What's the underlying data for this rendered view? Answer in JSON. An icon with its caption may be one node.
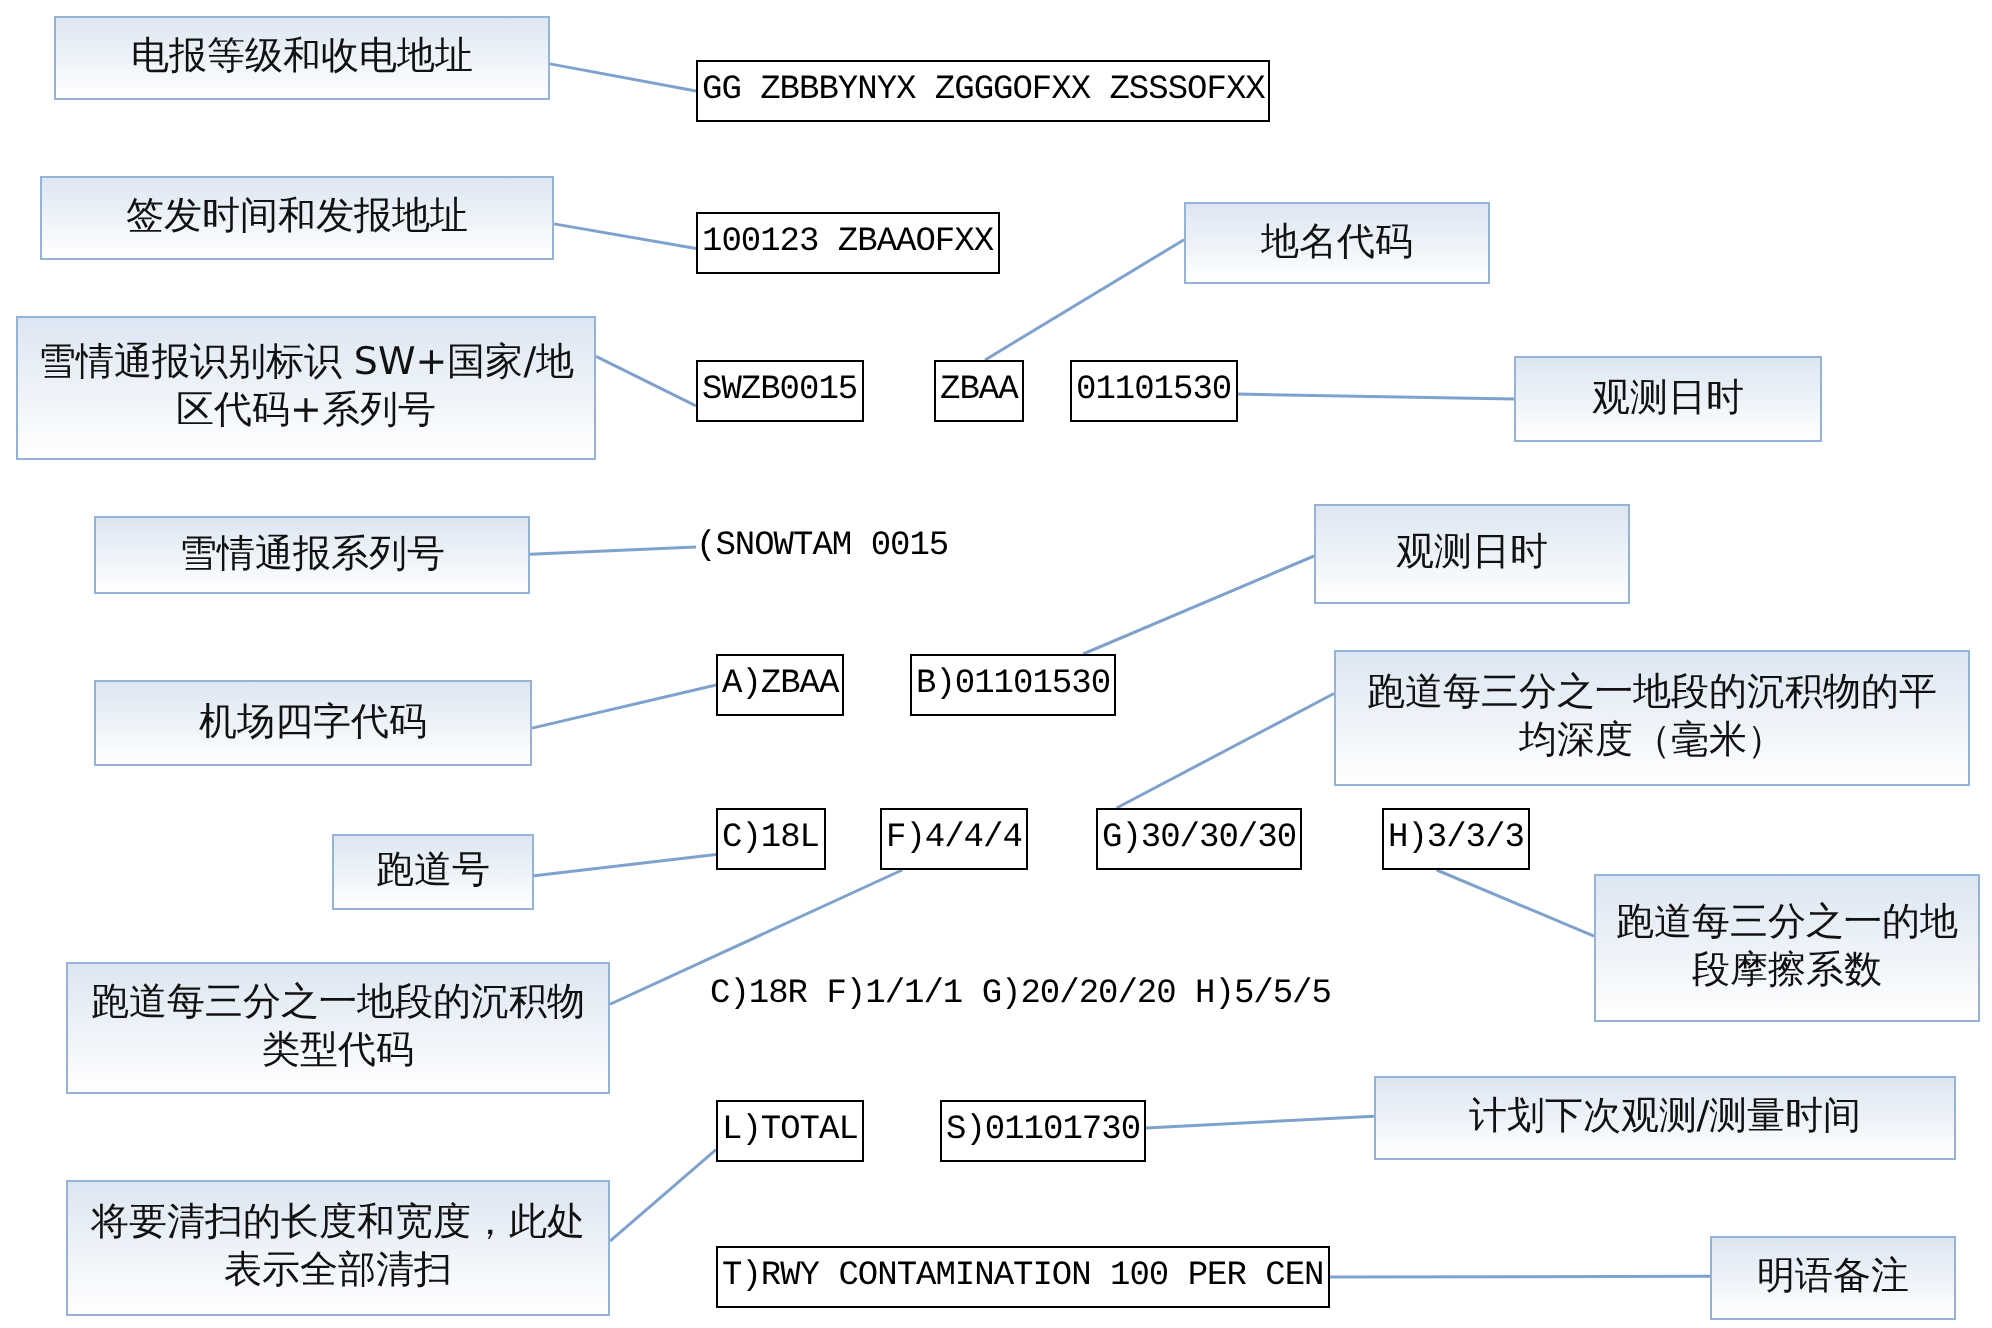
{
  "diagram": {
    "nodes": [
      {
        "text": [
          "电报等级和收电地址"
        ]
      },
      {
        "text": [
          "GG ZBBBYNYX ZGGGOFXX ZSSSOFXX"
        ]
      },
      {
        "text": [
          "签发时间和发报地址"
        ]
      },
      {
        "text": [
          "100123 ZBAAOFXX"
        ]
      },
      {
        "text": [
          "地名代码"
        ]
      },
      {
        "text": [
          "雪情通报识别标识 SW+国家/地区代码+系列号"
        ]
      },
      {
        "text": [
          "SWZB0015"
        ]
      },
      {
        "text": [
          "ZBAA"
        ]
      },
      {
        "text": [
          "01101530"
        ]
      },
      {
        "text": [
          "观测日时"
        ]
      },
      {
        "text": [
          "雪情通报系列号"
        ]
      },
      {
        "text": [
          "(SNOWTAM 0015"
        ]
      },
      {
        "text": [
          "观测日时"
        ]
      },
      {
        "text": [
          "机场四字代码"
        ]
      },
      {
        "text": [
          "A)ZBAA"
        ]
      },
      {
        "text": [
          "B)01101530"
        ]
      },
      {
        "text": [
          "跑道每三分之一地段的沉积物的平均深度（毫米）"
        ]
      },
      {
        "text": [
          "跑道号"
        ]
      },
      {
        "text": [
          "C)18L"
        ]
      },
      {
        "text": [
          "F)4/4/4"
        ]
      },
      {
        "text": [
          "G)30/30/30"
        ]
      },
      {
        "text": [
          "H)3/3/3"
        ]
      },
      {
        "text": [
          "跑道每三分之一的地段摩擦系数"
        ]
      },
      {
        "text": [
          "跑道每三分之一地段的沉积物类型代码"
        ]
      },
      {
        "text": [
          "L)TOTAL"
        ]
      },
      {
        "text": [
          "S)01101730"
        ]
      },
      {
        "text": [
          "计划下次观测/测量时间"
        ]
      },
      {
        "text": [
          "将要清扫的长度和宽度，此处表示全部清扫"
        ]
      },
      {
        "text": [
          "T)RWY CONTAMINATION 100 PER CEN"
        ]
      },
      {
        "text": [
          "明语备注"
        ]
      }
    ],
    "edges": [
      {
        "from": 0,
        "to": 1,
        "arrow": "none"
      },
      {
        "from": 2,
        "to": 3,
        "arrow": "none"
      },
      {
        "from": 5,
        "to": 6,
        "arrow": "none"
      },
      {
        "from": 4,
        "to": 7,
        "arrow": "none"
      },
      {
        "from": 9,
        "to": 8,
        "arrow": "none"
      },
      {
        "from": 10,
        "to": 11,
        "arrow": "none"
      },
      {
        "from": 12,
        "to": 15,
        "arrow": "none"
      },
      {
        "from": 13,
        "to": 14,
        "arrow": "none"
      },
      {
        "from": 16,
        "to": 20,
        "arrow": "none"
      },
      {
        "from": 17,
        "to": 18,
        "arrow": "none"
      },
      {
        "from": 23,
        "to": 19,
        "arrow": "none"
      },
      {
        "from": 22,
        "to": 21,
        "arrow": "none"
      },
      {
        "from": 27,
        "to": 24,
        "arrow": "none"
      },
      {
        "from": 26,
        "to": 25,
        "arrow": "none"
      },
      {
        "from": 29,
        "to": 28,
        "arrow": "none"
      }
    ],
    "labels": [
      "C)18R F)1/1/1 G)20/20/20 H)5/5/5"
    ]
  }
}
